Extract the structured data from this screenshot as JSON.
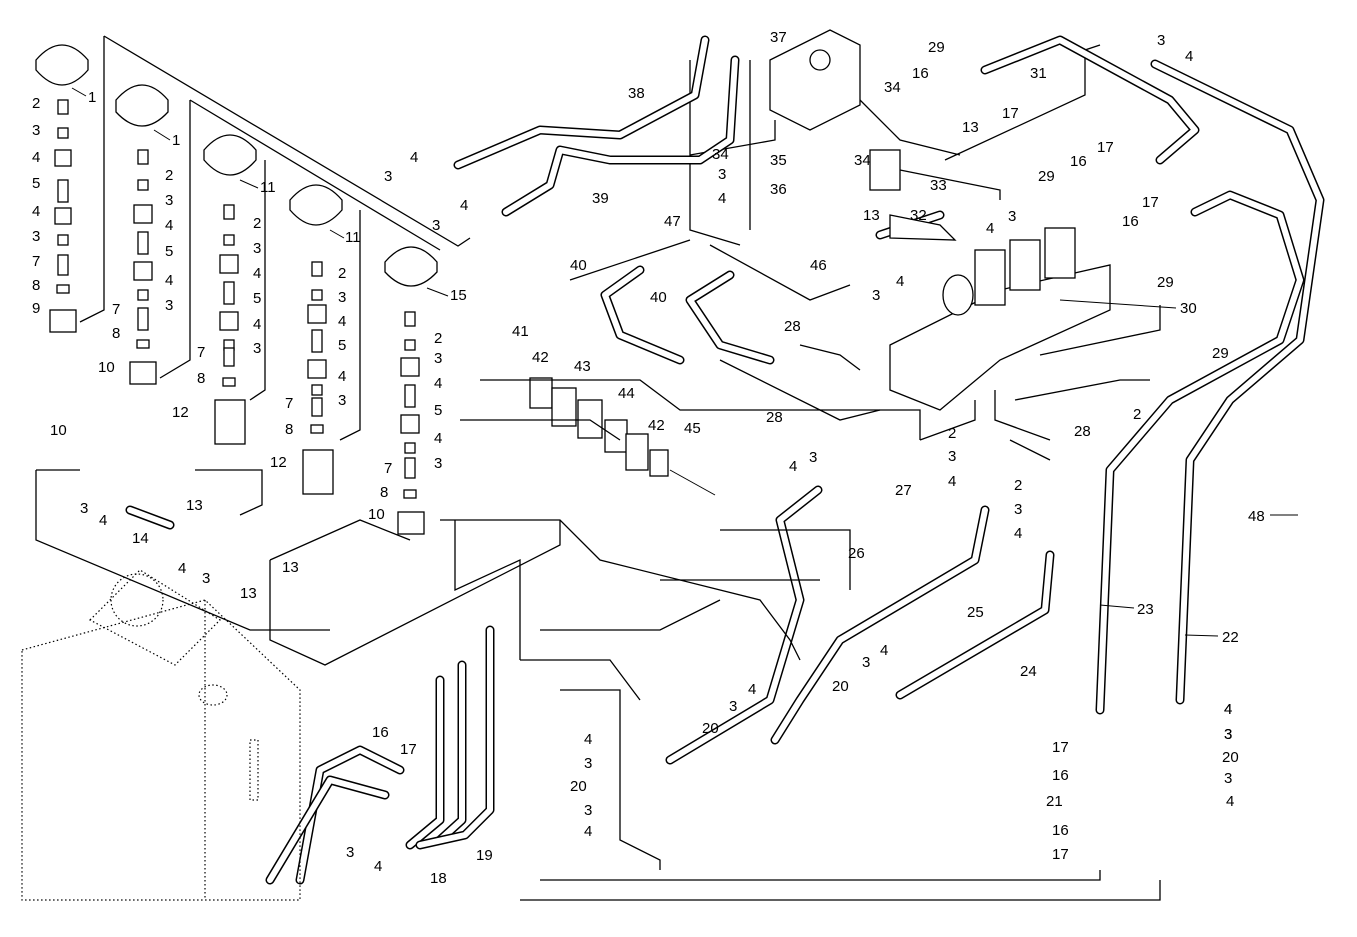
{
  "callouts": [
    {
      "id": "c1a",
      "text": "1"
    },
    {
      "id": "c1b",
      "text": "1"
    },
    {
      "id": "c2a",
      "text": "2"
    },
    {
      "id": "c3a",
      "text": "3"
    },
    {
      "id": "c4a",
      "text": "4"
    },
    {
      "id": "c5a",
      "text": "5"
    },
    {
      "id": "c4b",
      "text": "4"
    },
    {
      "id": "c3b",
      "text": "3"
    },
    {
      "id": "c7a",
      "text": "7"
    },
    {
      "id": "c8a",
      "text": "8"
    },
    {
      "id": "c9a",
      "text": "9"
    },
    {
      "id": "c2b",
      "text": "2"
    },
    {
      "id": "c3c",
      "text": "3"
    },
    {
      "id": "c4c",
      "text": "4"
    },
    {
      "id": "c5b",
      "text": "5"
    },
    {
      "id": "c4d",
      "text": "4"
    },
    {
      "id": "c3d",
      "text": "3"
    },
    {
      "id": "c7b",
      "text": "7"
    },
    {
      "id": "c8b",
      "text": "8"
    },
    {
      "id": "c10a",
      "text": "10"
    },
    {
      "id": "c11a",
      "text": "11"
    },
    {
      "id": "c2c",
      "text": "2"
    },
    {
      "id": "c3e",
      "text": "3"
    },
    {
      "id": "c4e",
      "text": "4"
    },
    {
      "id": "c5c",
      "text": "5"
    },
    {
      "id": "c4f",
      "text": "4"
    },
    {
      "id": "c3f",
      "text": "3"
    },
    {
      "id": "c7c",
      "text": "7"
    },
    {
      "id": "c8c",
      "text": "8"
    },
    {
      "id": "c12a",
      "text": "12"
    },
    {
      "id": "c13a",
      "text": "13"
    },
    {
      "id": "c11b",
      "text": "11"
    },
    {
      "id": "c2d",
      "text": "2"
    },
    {
      "id": "c3g",
      "text": "3"
    },
    {
      "id": "c4g",
      "text": "4"
    },
    {
      "id": "c5d",
      "text": "5"
    },
    {
      "id": "c4h",
      "text": "4"
    },
    {
      "id": "c3h",
      "text": "3"
    },
    {
      "id": "c7d",
      "text": "7"
    },
    {
      "id": "c8d",
      "text": "8"
    },
    {
      "id": "c12b",
      "text": "12"
    },
    {
      "id": "c13b",
      "text": "13"
    },
    {
      "id": "c15a",
      "text": "15"
    },
    {
      "id": "c2e",
      "text": "2"
    },
    {
      "id": "c3i",
      "text": "3"
    },
    {
      "id": "c4i",
      "text": "4"
    },
    {
      "id": "c5e",
      "text": "5"
    },
    {
      "id": "c4j",
      "text": "4"
    },
    {
      "id": "c3j",
      "text": "3"
    },
    {
      "id": "c7e",
      "text": "7"
    },
    {
      "id": "c8e",
      "text": "8"
    },
    {
      "id": "c10b",
      "text": "10"
    },
    {
      "id": "c10c",
      "text": "10"
    },
    {
      "id": "c3k",
      "text": "3"
    },
    {
      "id": "c4k",
      "text": "4"
    },
    {
      "id": "c14a",
      "text": "14"
    },
    {
      "id": "c4l",
      "text": "4"
    },
    {
      "id": "c3l",
      "text": "3"
    },
    {
      "id": "c13c",
      "text": "13"
    },
    {
      "id": "c38a",
      "text": "38"
    },
    {
      "id": "c39a",
      "text": "39"
    },
    {
      "id": "c4m",
      "text": "4"
    },
    {
      "id": "c3m",
      "text": "3"
    },
    {
      "id": "c4n",
      "text": "4"
    },
    {
      "id": "c3n",
      "text": "3"
    },
    {
      "id": "c37a",
      "text": "37"
    },
    {
      "id": "c29a",
      "text": "29"
    },
    {
      "id": "c34a",
      "text": "34"
    },
    {
      "id": "c16a",
      "text": "16"
    },
    {
      "id": "c17a",
      "text": "17"
    },
    {
      "id": "c13d",
      "text": "13"
    },
    {
      "id": "c31a",
      "text": "31"
    },
    {
      "id": "c3o",
      "text": "3"
    },
    {
      "id": "c4o",
      "text": "4"
    },
    {
      "id": "c34b",
      "text": "34"
    },
    {
      "id": "c3p",
      "text": "3"
    },
    {
      "id": "c4p",
      "text": "4"
    },
    {
      "id": "c35a",
      "text": "35"
    },
    {
      "id": "c36a",
      "text": "36"
    },
    {
      "id": "c34c",
      "text": "34"
    },
    {
      "id": "c33a",
      "text": "33"
    },
    {
      "id": "c13e",
      "text": "13"
    },
    {
      "id": "c29b",
      "text": "29"
    },
    {
      "id": "c16b",
      "text": "16"
    },
    {
      "id": "c17b",
      "text": "17"
    },
    {
      "id": "c17c",
      "text": "17"
    },
    {
      "id": "c16c",
      "text": "16"
    },
    {
      "id": "c29c",
      "text": "29"
    },
    {
      "id": "c32a",
      "text": "32"
    },
    {
      "id": "c3q",
      "text": "3"
    },
    {
      "id": "c4q",
      "text": "4"
    },
    {
      "id": "c47a",
      "text": "47"
    },
    {
      "id": "c40a",
      "text": "40"
    },
    {
      "id": "c40b",
      "text": "40"
    },
    {
      "id": "c46a",
      "text": "46"
    },
    {
      "id": "c3r",
      "text": "3"
    },
    {
      "id": "c4r",
      "text": "4"
    },
    {
      "id": "c30a",
      "text": "30"
    },
    {
      "id": "c28a",
      "text": "28"
    },
    {
      "id": "c28b",
      "text": "28"
    },
    {
      "id": "c29d",
      "text": "29"
    },
    {
      "id": "c2f",
      "text": "2"
    },
    {
      "id": "c28c",
      "text": "28"
    },
    {
      "id": "c41a",
      "text": "41"
    },
    {
      "id": "c42a",
      "text": "42"
    },
    {
      "id": "c43a",
      "text": "43"
    },
    {
      "id": "c44a",
      "text": "44"
    },
    {
      "id": "c42b",
      "text": "42"
    },
    {
      "id": "c45a",
      "text": "45"
    },
    {
      "id": "c2g",
      "text": "2"
    },
    {
      "id": "c3s",
      "text": "3"
    },
    {
      "id": "c4s",
      "text": "4"
    },
    {
      "id": "c2h",
      "text": "2"
    },
    {
      "id": "c3t",
      "text": "3"
    },
    {
      "id": "c4t",
      "text": "4"
    },
    {
      "id": "c4u",
      "text": "4"
    },
    {
      "id": "c3u",
      "text": "3"
    },
    {
      "id": "c27a",
      "text": "27"
    },
    {
      "id": "c48a",
      "text": "48"
    },
    {
      "id": "c26a",
      "text": "26"
    },
    {
      "id": "c25a",
      "text": "25"
    },
    {
      "id": "c24a",
      "text": "24"
    },
    {
      "id": "c23a",
      "text": "23"
    },
    {
      "id": "c22a",
      "text": "22"
    },
    {
      "id": "c3v",
      "text": "3"
    },
    {
      "id": "c4v",
      "text": "4"
    },
    {
      "id": "c20a",
      "text": "20"
    },
    {
      "id": "c4w",
      "text": "4"
    },
    {
      "id": "c3w",
      "text": "3"
    },
    {
      "id": "c20b",
      "text": "20"
    },
    {
      "id": "c3x",
      "text": "3"
    },
    {
      "id": "c4x",
      "text": "4"
    },
    {
      "id": "c4y",
      "text": "4"
    },
    {
      "id": "c3y",
      "text": "3"
    },
    {
      "id": "c20c",
      "text": "20"
    },
    {
      "id": "c3z",
      "text": "3"
    },
    {
      "id": "c4z",
      "text": "4"
    },
    {
      "id": "c4aa",
      "text": "4"
    },
    {
      "id": "c3aa",
      "text": "3"
    },
    {
      "id": "c20d",
      "text": "20"
    },
    {
      "id": "c3ab",
      "text": "3"
    },
    {
      "id": "c4ab",
      "text": "4"
    },
    {
      "id": "c17d",
      "text": "17"
    },
    {
      "id": "c16d",
      "text": "16"
    },
    {
      "id": "c21a",
      "text": "21"
    },
    {
      "id": "c16e",
      "text": "16"
    },
    {
      "id": "c17e",
      "text": "17"
    },
    {
      "id": "c16f",
      "text": "16"
    },
    {
      "id": "c17f",
      "text": "17"
    },
    {
      "id": "c3ac",
      "text": "3"
    },
    {
      "id": "c4ac",
      "text": "4"
    },
    {
      "id": "c18a",
      "text": "18"
    },
    {
      "id": "c19a",
      "text": "19"
    }
  ]
}
